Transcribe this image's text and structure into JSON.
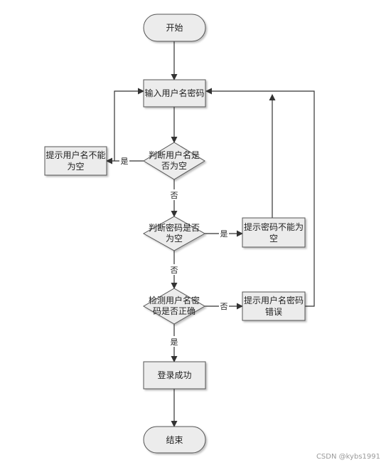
{
  "colors": {
    "node_fill": "#ececec",
    "node_stroke": "#555555",
    "edge": "#333333",
    "background": "#ffffff"
  },
  "nodes": {
    "start": "开始",
    "input": "输入用户名密码",
    "check_user": [
      "判断用户名是",
      "否为空"
    ],
    "warn_user": [
      "提示用户名不能",
      "为空"
    ],
    "check_pwd": [
      "判断密码是否",
      "为空"
    ],
    "warn_pwd": [
      "提示密码不能为",
      "空"
    ],
    "verify": [
      "检测用户名密",
      "码是否正确"
    ],
    "warn_wrong": [
      "提示用户名密码",
      "错误"
    ],
    "success": "登录成功",
    "end": "结束"
  },
  "edges": {
    "user_empty_yes": "是",
    "user_empty_no": "否",
    "pwd_empty_yes": "是",
    "pwd_empty_no": "否",
    "verify_no": "否",
    "verify_yes": "是"
  },
  "watermark": "CSDN @kybs1991"
}
